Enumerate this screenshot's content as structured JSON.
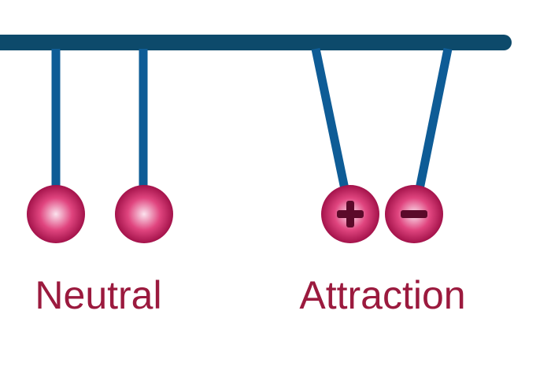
{
  "colors": {
    "bar": "#0d4a6b",
    "string": "#0e5c96",
    "ball_highlight": "#fbe3ee",
    "ball_mid": "#e0457f",
    "ball_edge": "#a3124a",
    "sign": "#5b0a2a",
    "label": "#9b1a3e"
  },
  "panels": [
    {
      "id": "neutral",
      "label": "Neutral",
      "state": "neutral",
      "balls": [
        {
          "charge": "none",
          "sign_icon": ""
        },
        {
          "charge": "none",
          "sign_icon": ""
        }
      ]
    },
    {
      "id": "attraction",
      "label": "Attraction",
      "state": "attraction",
      "balls": [
        {
          "charge": "positive",
          "sign_icon": "plus-icon"
        },
        {
          "charge": "negative",
          "sign_icon": "minus-icon"
        }
      ]
    }
  ]
}
